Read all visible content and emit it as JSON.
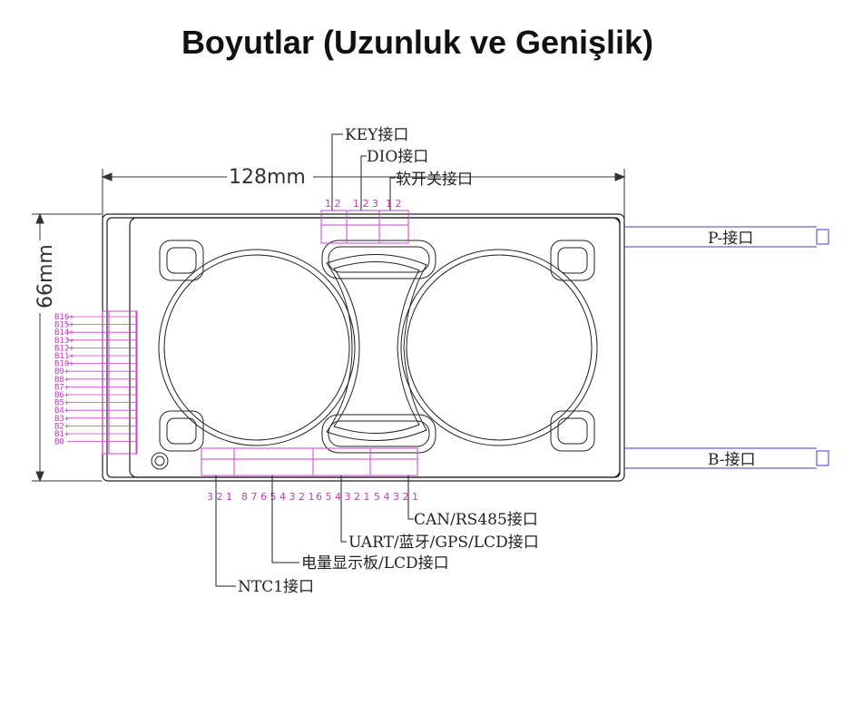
{
  "title": "Boyutlar (Uzunluk ve Genişlik)",
  "dimensions": {
    "length": "128mm",
    "width": "66mm"
  },
  "labels": {
    "key": "KEY接口",
    "dio": "DIO接口",
    "soft_switch": "软开关接口",
    "p_port": "P-接口",
    "b_port": "B-接口",
    "can": "CAN/RS485接口",
    "uart": "UART/蓝牙/GPS/LCD接口",
    "display": "电量显示板/LCD接口",
    "ntc": "NTC1接口"
  },
  "top_pins": {
    "key": "1 2",
    "dio": "1 2 3",
    "soft": "1 2"
  },
  "bottom_pins": {
    "ntc": "3 2 1",
    "display": "8 7 6 5 4 3 2 1",
    "uart": "6 5 4 3 2 1",
    "can": "5 4 3 2 1"
  },
  "balance_labels": [
    "B16+",
    "B15+",
    "B14+",
    "B13+",
    "B12+",
    "B11+",
    "B10+",
    "B9+",
    "B8+",
    "B7+",
    "B6+",
    "B5+",
    "B4+",
    "B3+",
    "B2+",
    "B1+",
    "B0"
  ],
  "colors": {
    "outline": "#222222",
    "connector": "#d040d0",
    "cable": "#4040c0"
  }
}
